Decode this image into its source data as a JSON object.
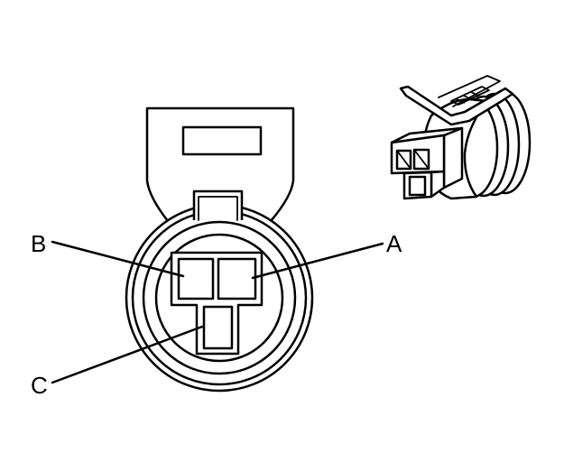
{
  "pins": {
    "a": "A",
    "b": "B",
    "c": "C"
  },
  "colors": {
    "line": "#000000",
    "background": "#ffffff"
  }
}
